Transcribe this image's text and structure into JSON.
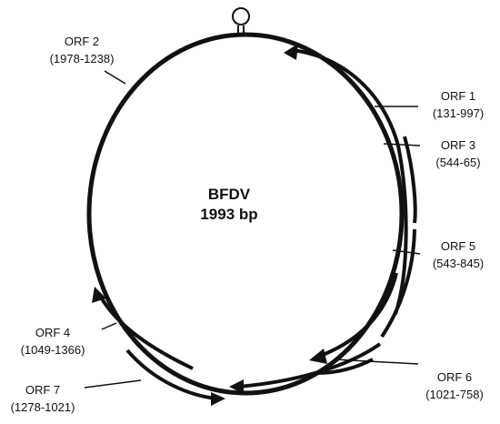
{
  "genome": {
    "name": "BFDV",
    "size": "1993 bp"
  },
  "orfs": [
    {
      "id": "orf2",
      "name": "ORF 2",
      "range": "(1978-1238)"
    },
    {
      "id": "orf1",
      "name": "ORF 1",
      "range": "(131-997)"
    },
    {
      "id": "orf3",
      "name": "ORF 3",
      "range": "(544-65)"
    },
    {
      "id": "orf5",
      "name": "ORF 5",
      "range": "(543-845)"
    },
    {
      "id": "orf6",
      "name": "ORF 6",
      "range": "(1021-758)"
    },
    {
      "id": "orf4",
      "name": "ORF 4",
      "range": "(1049-1366)"
    },
    {
      "id": "orf7",
      "name": "ORF 7",
      "range": "(1278-1021)"
    }
  ],
  "colors": {
    "line": "#111111",
    "background": "#ffffff"
  },
  "icons": {
    "origin": "stem-loop-icon"
  }
}
